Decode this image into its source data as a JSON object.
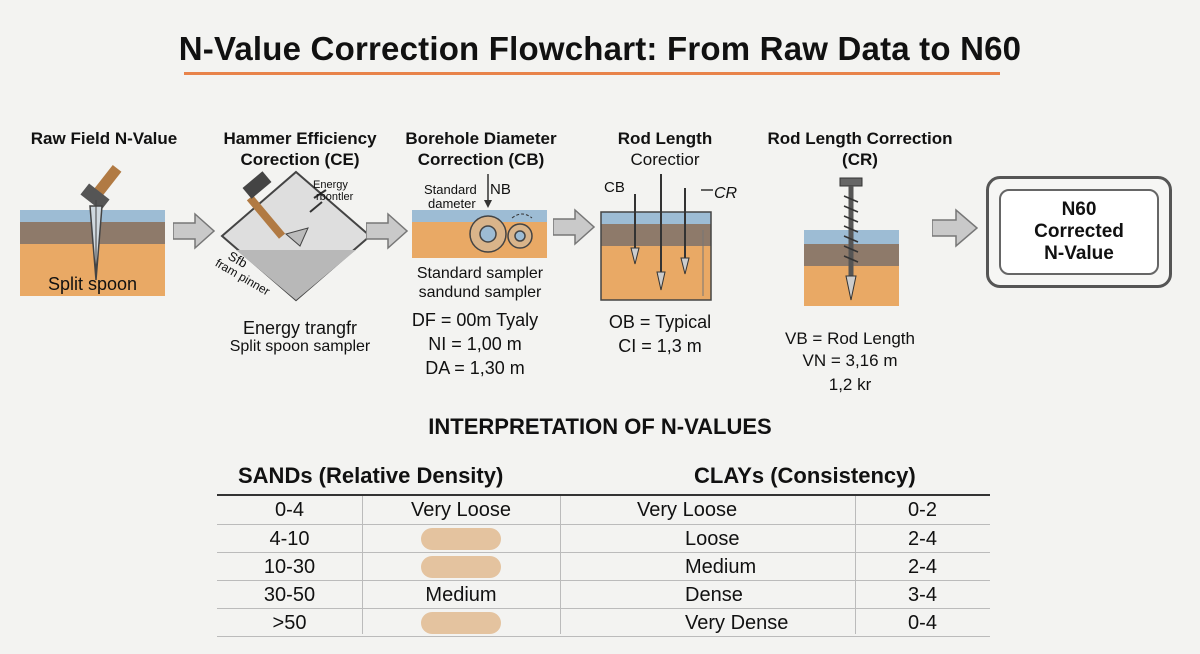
{
  "title": "N-Value Correction Flowchart: From Raw Data to N60",
  "steps": {
    "raw": {
      "title": "Raw Field N-Value",
      "fig_label": "Split spoon"
    },
    "hammer": {
      "title_line1": "Hammer Efficiency",
      "title_line2": "Corection (CE)",
      "energy_label_1": "Energy",
      "energy_label_2": "rbontler",
      "side_label_1": "Sfb",
      "side_label_2": "fram pinner",
      "caption_1": "Energy trangfr",
      "caption_2": "Split spoon sampler"
    },
    "borehole": {
      "title_line1": "Borehole Diameter",
      "title_line2": "Correction (CB)",
      "std_label_1": "Standard",
      "std_label_2": "dameter",
      "nb_label": "NB",
      "caption_1": "Standard sampler",
      "caption_2": "sandund sampler",
      "eq_1": "DF = 00m Tyaly",
      "eq_2": "NI = 1,00 m",
      "eq_3": "DA = 1,30 m"
    },
    "rod": {
      "title_line1": "Rod Length",
      "title_line2": "Corectior",
      "cb_label": "CB",
      "cr_label": "CR",
      "eq_1": "OB = Typical",
      "eq_2": "CI = 1,3 m"
    },
    "rod_corr": {
      "title_line1": "Rod Length Correction",
      "title_line2": "(CR)",
      "eq_1": "VB = Rod Length",
      "eq_2": "VN = 3,16 m",
      "eq_3": "1,2 kr"
    },
    "result": {
      "line1": "N60",
      "line2": "Corrected",
      "line3": "N-Value"
    }
  },
  "interpretation": {
    "title": "INTERPRETATION OF N-VALUES",
    "sands_header": "SANDs (Relative Density)",
    "clays_header": "CLAYs (Consistency)",
    "sands_rows": [
      {
        "range": "0-4",
        "density": "Very Loose"
      },
      {
        "range": "4-10",
        "density": ""
      },
      {
        "range": "10-30",
        "density": ""
      },
      {
        "range": "30-50",
        "density": "Medium"
      },
      {
        "range": ">50",
        "density": ""
      }
    ],
    "clays_rows": [
      {
        "consistency": "Very Loose",
        "range": "0-2"
      },
      {
        "consistency": "Loose",
        "range": "2-4"
      },
      {
        "consistency": "Medium",
        "range": "2-4"
      },
      {
        "consistency": "Dense",
        "range": "3-4"
      },
      {
        "consistency": "Very Dense",
        "range": "0-4"
      }
    ]
  },
  "colors": {
    "accent": "#e8834a",
    "sand": "#e9a965",
    "clay": "#8e7a6a",
    "water": "#9dbcd4",
    "pill": "#e4c39f"
  }
}
